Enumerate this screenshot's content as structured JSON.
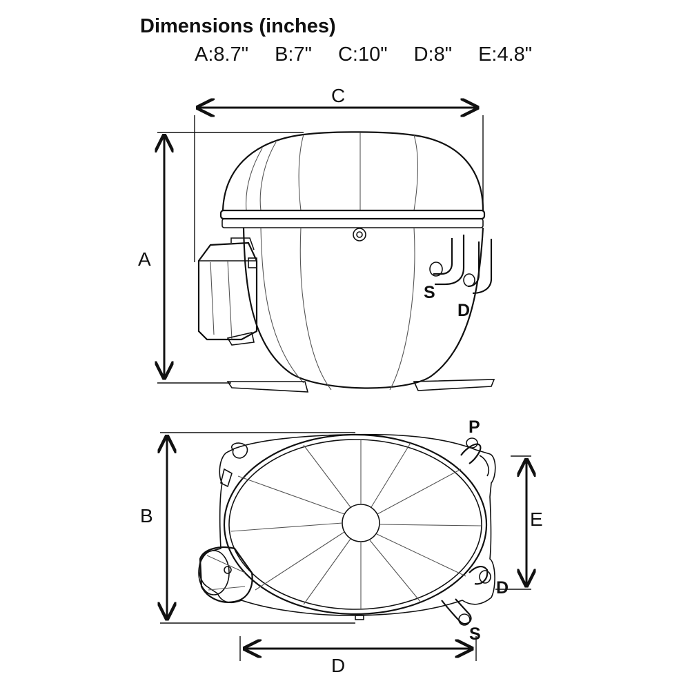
{
  "header": {
    "title": "Dimensions  (inches)",
    "dimensions": [
      "A:8.7\"",
      "B:7\"",
      "C:10\"",
      "D:8\"",
      "E:4.8\""
    ]
  },
  "labels": {
    "A": "A",
    "B": "B",
    "C": "C",
    "D": "D",
    "E": "E"
  },
  "ports": {
    "side_suction": "S",
    "side_discharge": "D",
    "top_process": "P",
    "top_discharge": "D",
    "top_suction": "S"
  }
}
